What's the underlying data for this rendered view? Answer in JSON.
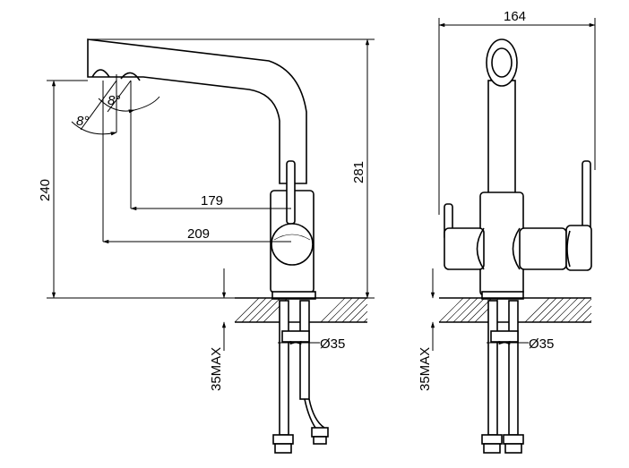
{
  "dimensions": {
    "side_angle_upper": "8°",
    "side_angle_lower": "8°",
    "side_reach_179": "179",
    "side_reach_209": "209",
    "side_height_240": "240",
    "side_height_281": "281",
    "side_mount_depth": "35MAX",
    "side_hole_diameter": "Ø35",
    "front_width_164": "164",
    "front_mount_depth": "35MAX",
    "front_hole_diameter": "Ø35"
  },
  "colors": {
    "line": "#000000",
    "background": "#ffffff"
  }
}
